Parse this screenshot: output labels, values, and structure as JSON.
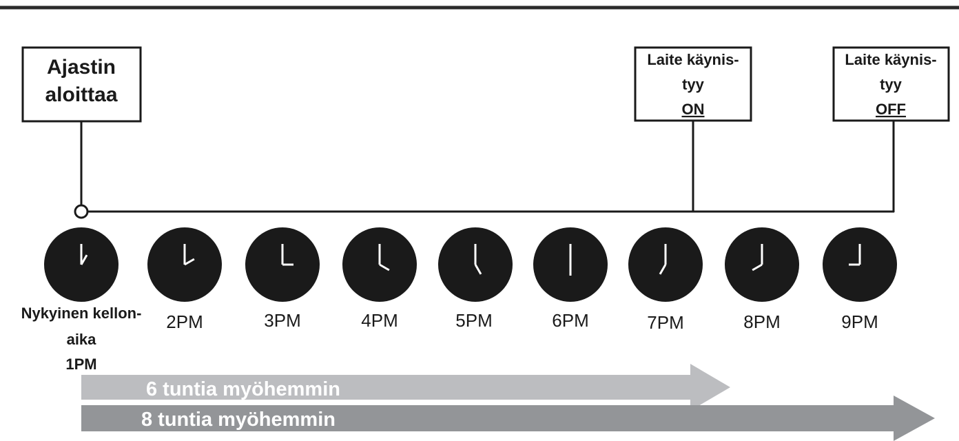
{
  "boxes": {
    "timer_start": {
      "line1": "Ajastin",
      "line2": "aloittaa"
    },
    "device_on": {
      "line1": "Laite käynis-",
      "line2": "tyy",
      "line3": "ON"
    },
    "device_off": {
      "line1": "Laite käynis-",
      "line2": "tyy",
      "line3": "OFF"
    }
  },
  "current_time": {
    "line1": "Nykyinen kellon-",
    "line2": "aika",
    "line3": "1PM"
  },
  "hour_labels": [
    "2PM",
    "3PM",
    "4PM",
    "5PM",
    "6PM",
    "7PM",
    "8PM",
    "9PM"
  ],
  "arrows": {
    "six_hours": {
      "label": "6 tuntia myöhemmin",
      "color": "#bcbdc0"
    },
    "eight_hours": {
      "label": "8 tuntia myöhemmin",
      "color": "#939598"
    }
  },
  "colors": {
    "clock_face": "#1a1a1a",
    "clock_hands": "#ffffff",
    "line": "#1a1a1a"
  },
  "clocks": [
    {
      "name": "clock-1pm-icon",
      "hour": 1
    },
    {
      "name": "clock-2pm-icon",
      "hour": 2
    },
    {
      "name": "clock-3pm-icon",
      "hour": 3
    },
    {
      "name": "clock-4pm-icon",
      "hour": 4
    },
    {
      "name": "clock-5pm-icon",
      "hour": 5
    },
    {
      "name": "clock-6pm-icon",
      "hour": 6
    },
    {
      "name": "clock-7pm-icon",
      "hour": 7
    },
    {
      "name": "clock-8pm-icon",
      "hour": 8
    },
    {
      "name": "clock-9pm-icon",
      "hour": 9
    }
  ]
}
